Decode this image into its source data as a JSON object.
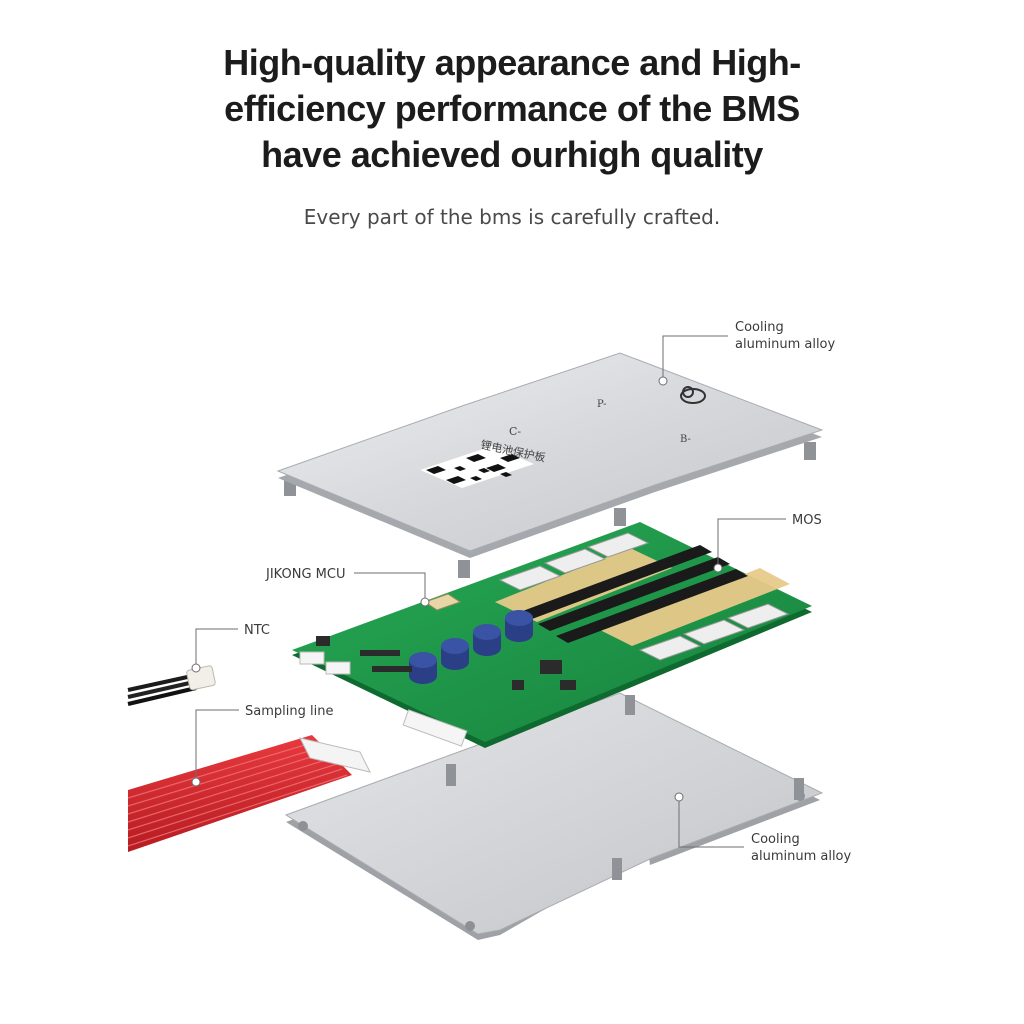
{
  "headline": {
    "line1": "High-quality appearance and High-",
    "line2": "efficiency performance of the BMS",
    "line3": "have achieved ourhigh quality"
  },
  "subtitle": "Every part of the bms is carefully crafted.",
  "callouts": {
    "top_cooling": {
      "line1": "Cooling",
      "line2": "aluminum alloy"
    },
    "mos": "MOS",
    "mcu": "JIKONG MCU",
    "ntc": "NTC",
    "sampling": "Sampling line",
    "bottom_cooling": {
      "line1": "Cooling",
      "line2": "aluminum alloy"
    }
  },
  "plate_markings": {
    "c_minus": "C-",
    "p_minus": "P-",
    "b_minus": "B-",
    "chinese_label": "锂电池保护板"
  },
  "colors": {
    "pcb_green": "#1f9a4a",
    "aluminum": "#d9dadc",
    "wire_red": "#d8262b",
    "capacitor_blue": "#2a3f86",
    "copper": "#e8c98a"
  }
}
